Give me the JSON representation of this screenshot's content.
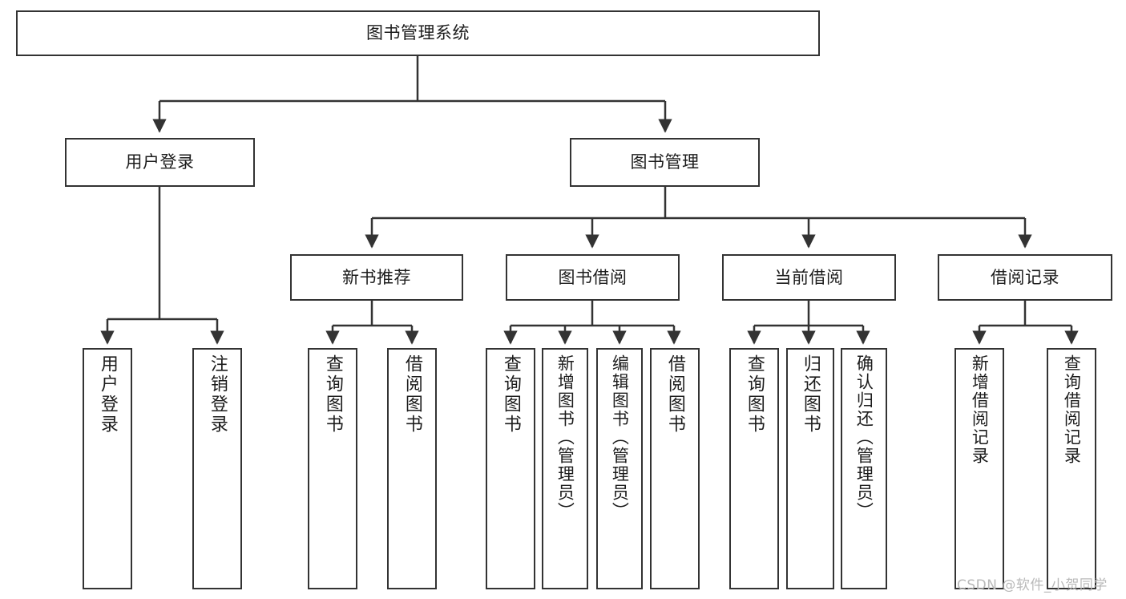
{
  "diagram": {
    "type": "tree",
    "title": "图书管理系统",
    "colors": {
      "node_border": "#333333",
      "node_fill": "#ffffff",
      "edge": "#333333",
      "text": "#1c1c1c",
      "watermark": "#b9b9b9",
      "background": "#ffffff"
    },
    "nodes": {
      "root": {
        "label": "图书管理系统"
      },
      "level2": [
        {
          "id": "user-login",
          "label": "用户登录"
        },
        {
          "id": "book-management",
          "label": "图书管理"
        }
      ],
      "level3": [
        {
          "id": "new-book-recommend",
          "label": "新书推荐"
        },
        {
          "id": "book-borrow",
          "label": "图书借阅"
        },
        {
          "id": "current-borrow",
          "label": "当前借阅"
        },
        {
          "id": "borrow-record",
          "label": "借阅记录"
        }
      ],
      "leaves": {
        "user-login": [
          {
            "id": "leaf-user-login",
            "label": "用户登录"
          },
          {
            "id": "leaf-logout-login",
            "label": "注销登录"
          }
        ],
        "new-book-recommend": [
          {
            "id": "leaf-query-book-1",
            "label": "查询图书"
          },
          {
            "id": "leaf-borrow-book-1",
            "label": "借阅图书"
          }
        ],
        "book-borrow": [
          {
            "id": "leaf-query-book-2",
            "label": "查询图书"
          },
          {
            "id": "leaf-add-book",
            "label": "新增图书（管理员）"
          },
          {
            "id": "leaf-edit-book",
            "label": "编辑图书（管理员）"
          },
          {
            "id": "leaf-borrow-book-2",
            "label": "借阅图书"
          }
        ],
        "current-borrow": [
          {
            "id": "leaf-query-book-3",
            "label": "查询图书"
          },
          {
            "id": "leaf-return-book",
            "label": "归还图书"
          },
          {
            "id": "leaf-confirm-return",
            "label": "确认归还（管理员）"
          }
        ],
        "borrow-record": [
          {
            "id": "leaf-add-record",
            "label": "新增借阅记录"
          },
          {
            "id": "leaf-query-record",
            "label": "查询借阅记录"
          }
        ]
      }
    }
  },
  "watermark": {
    "text": "CSDN @软件_小贺同学"
  }
}
